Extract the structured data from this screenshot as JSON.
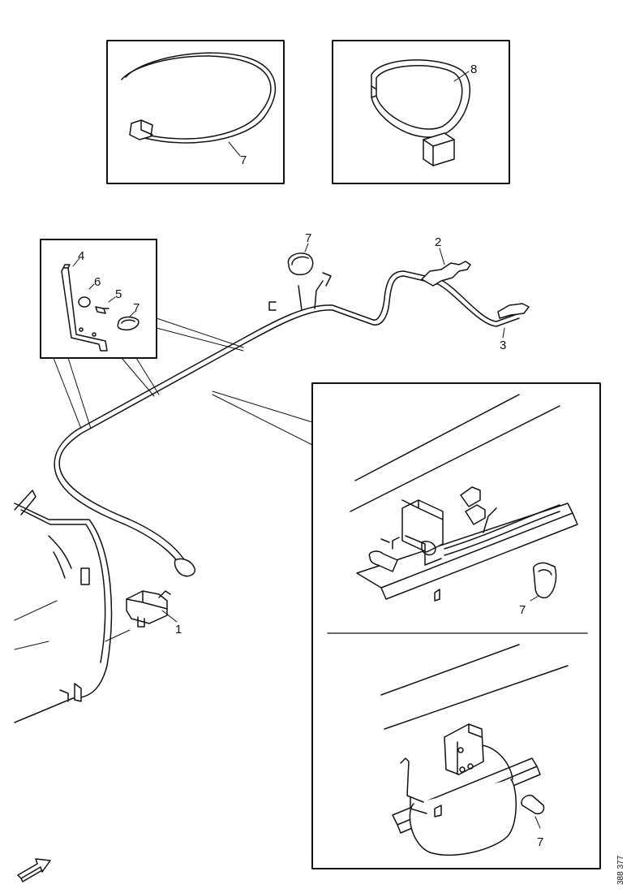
{
  "callouts": {
    "c1": "1",
    "c2": "2",
    "c3": "3",
    "c4": "4",
    "c5": "5",
    "c6": "6",
    "c7_clamp_open": "7",
    "c8": "8",
    "c7_inset_left": "7",
    "c7_main_top": "7",
    "c7_detail_upper": "7",
    "c7_detail_lower": "7"
  },
  "reference_number": "388 377"
}
